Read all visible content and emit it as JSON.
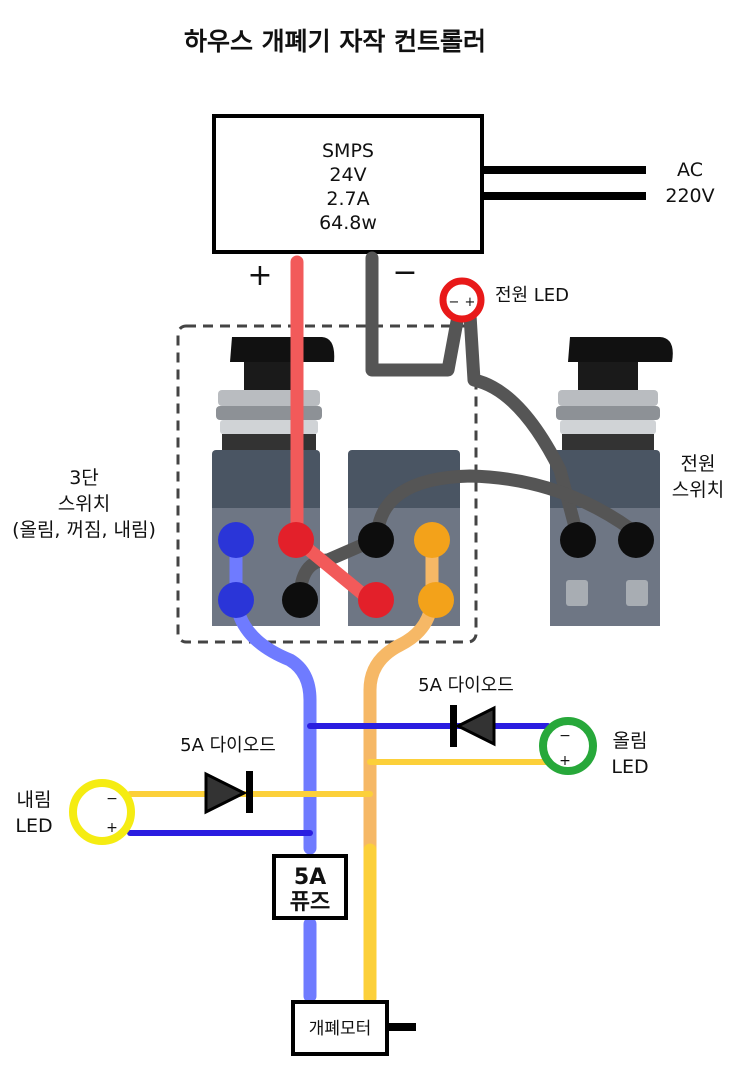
{
  "title": "하우스 개폐기 자작 컨트롤러",
  "smps": {
    "name": "SMPS",
    "voltage": "24V",
    "current": "2.7A",
    "power": "64.8w",
    "plus_label": "+",
    "minus_label": "−"
  },
  "ac_input": {
    "line1": "AC",
    "line2": "220V"
  },
  "power_led": {
    "label": "전원 LED",
    "minus": "−",
    "plus": "+"
  },
  "three_way_switch": {
    "line1": "3단",
    "line2": "스위치",
    "line3": "(올림, 꺼짐, 내림)"
  },
  "power_switch": {
    "line1": "전원",
    "line2": "스위치"
  },
  "diode_upper": {
    "label": "5A 다이오드"
  },
  "diode_lower": {
    "label": "5A 다이오드"
  },
  "up_led": {
    "line1": "올림",
    "line2": "LED",
    "minus": "−",
    "plus": "+"
  },
  "down_led": {
    "line1": "내림",
    "line2": "LED",
    "minus": "−",
    "plus": "+"
  },
  "fuse": {
    "line1": "5A",
    "line2": "퓨즈"
  },
  "motor": {
    "label": "개폐모터"
  },
  "colors": {
    "red_wire": "#f25a5a",
    "black_wire": "#555555",
    "blue_wire": "#6f7bff",
    "orange_wire": "#f6b866",
    "yellow_wire": "#fcd03a",
    "dark_blue_wire": "#2a1de0",
    "power_led_ring": "#e81919",
    "up_led_ring": "#27a83a",
    "down_led_ring": "#f5ec12"
  }
}
